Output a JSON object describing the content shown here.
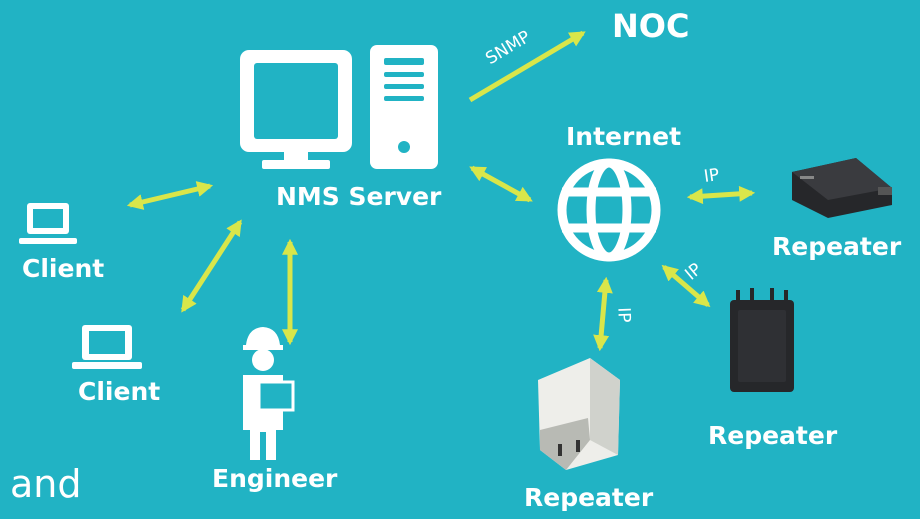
{
  "colors": {
    "background": "#21b3c4",
    "arrow": "#d9e64a",
    "icon": "#ffffff",
    "device_dark": "#26272a",
    "device_light": "#eeeeea"
  },
  "nodes": {
    "noc": {
      "label": "NOC"
    },
    "nms_server": {
      "label": "NMS Server",
      "icon": "desktop-computer-icon"
    },
    "internet": {
      "label": "Internet",
      "icon": "globe-icon"
    },
    "client_1": {
      "label": "Client",
      "icon": "laptop-icon"
    },
    "client_2": {
      "label": "Client",
      "icon": "laptop-icon"
    },
    "engineer": {
      "label": "Engineer",
      "icon": "engineer-icon"
    },
    "repeater_top": {
      "label": "Repeater"
    },
    "repeater_right": {
      "label": "Repeater"
    },
    "repeater_bottom": {
      "label": "Repeater"
    }
  },
  "connections": {
    "nms_to_noc": "SNMP",
    "internet_to_repeater_top": "IP",
    "internet_to_repeater_right": "IP",
    "internet_to_repeater_bottom": "IP"
  },
  "caption": "and"
}
